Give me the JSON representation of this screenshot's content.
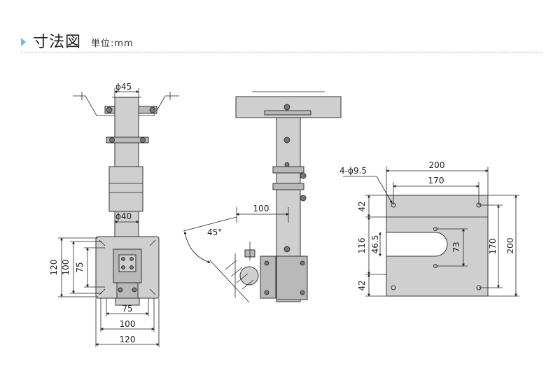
{
  "header": {
    "title": "寸法図",
    "unit_label": "単位:mm"
  },
  "front_view": {
    "pipe_top_dia": "ϕ45",
    "pipe_bottom_dia": "ϕ40",
    "plate_v_outer": "120",
    "plate_v_mid": "100",
    "plate_v_inner": "75",
    "plate_h_inner": "75",
    "plate_h_mid": "100",
    "plate_h_outer": "120"
  },
  "side_view": {
    "offset": "100",
    "angle": "45°"
  },
  "base_plate": {
    "hole_spec": "4-ϕ9.5",
    "width_outer": "200",
    "width_holes": "170",
    "edge_top": "42",
    "hole_pitch_v": "116",
    "slot_width": "46.5",
    "slot_length": "73",
    "edge_bottom": "42",
    "height_holes": "170",
    "height_outer": "200"
  },
  "colors": {
    "accent": "#6fb6e4",
    "divider": "#8ec6ea",
    "part": "#cfcfcf"
  }
}
